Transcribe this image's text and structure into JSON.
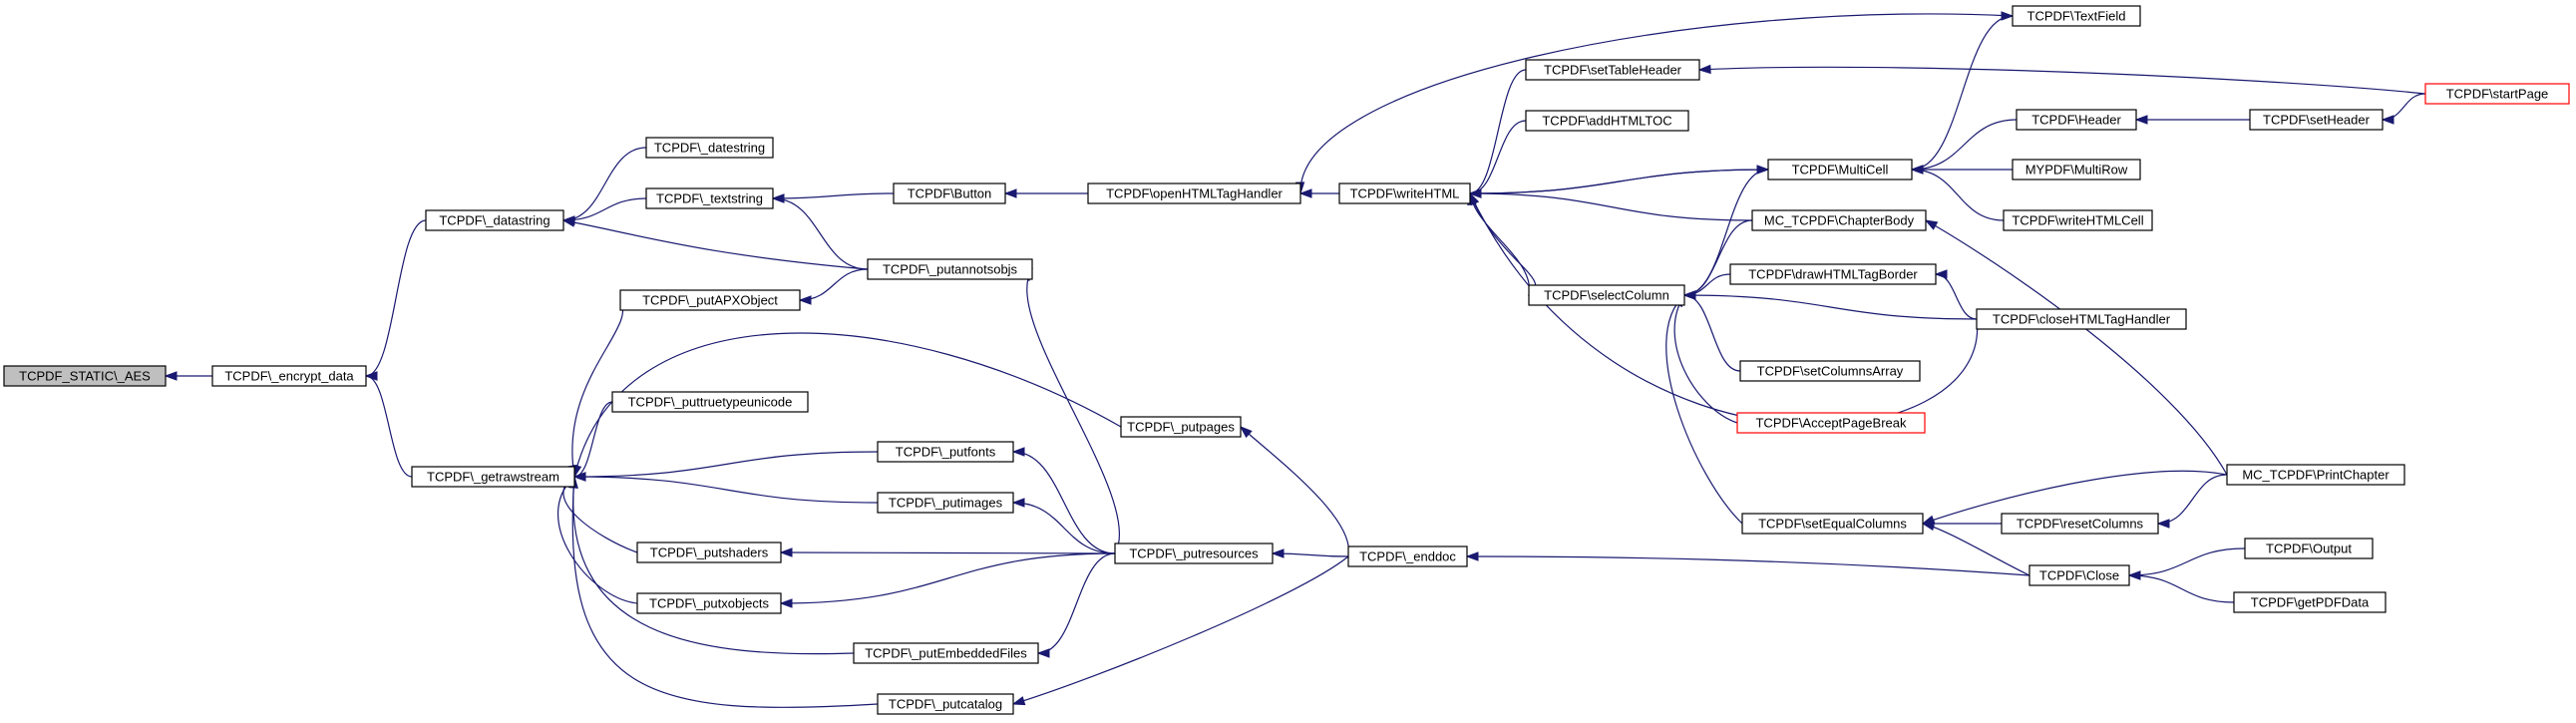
{
  "diagram": {
    "nodes": [
      {
        "id": "aes",
        "label": "TCPDF_STATIC\\_AES",
        "style": "root"
      },
      {
        "id": "encrypt_data",
        "label": "TCPDF\\_encrypt_data"
      },
      {
        "id": "datastring",
        "label": "TCPDF\\_datastring"
      },
      {
        "id": "getrawstream",
        "label": "TCPDF\\_getrawstream"
      },
      {
        "id": "datestring",
        "label": "TCPDF\\_datestring"
      },
      {
        "id": "textstring",
        "label": "TCPDF\\_textstring"
      },
      {
        "id": "putAPXObject",
        "label": "TCPDF\\_putAPXObject"
      },
      {
        "id": "puttruetypeunicode",
        "label": "TCPDF\\_puttruetypeunicode"
      },
      {
        "id": "putfonts",
        "label": "TCPDF\\_putfonts"
      },
      {
        "id": "putimages",
        "label": "TCPDF\\_putimages"
      },
      {
        "id": "putshaders",
        "label": "TCPDF\\_putshaders"
      },
      {
        "id": "putxobjects",
        "label": "TCPDF\\_putxobjects"
      },
      {
        "id": "putEmbeddedFiles",
        "label": "TCPDF\\_putEmbeddedFiles"
      },
      {
        "id": "putcatalog",
        "label": "TCPDF\\_putcatalog"
      },
      {
        "id": "button",
        "label": "TCPDF\\Button"
      },
      {
        "id": "putannotsobjs",
        "label": "TCPDF\\_putannotsobjs"
      },
      {
        "id": "putpages",
        "label": "TCPDF\\_putpages"
      },
      {
        "id": "putresources",
        "label": "TCPDF\\_putresources"
      },
      {
        "id": "openHTMLTagHandler",
        "label": "TCPDF\\openHTMLTagHandler"
      },
      {
        "id": "writeHTML",
        "label": "TCPDF\\writeHTML"
      },
      {
        "id": "enddoc",
        "label": "TCPDF\\_enddoc"
      },
      {
        "id": "setTableHeader",
        "label": "TCPDF\\setTableHeader"
      },
      {
        "id": "addHTMLTOC",
        "label": "TCPDF\\addHTMLTOC"
      },
      {
        "id": "selectColumn",
        "label": "TCPDF\\selectColumn"
      },
      {
        "id": "textField",
        "label": "TCPDF\\TextField"
      },
      {
        "id": "multiCell",
        "label": "TCPDF\\MultiCell"
      },
      {
        "id": "chapterBody",
        "label": "MC_TCPDF\\ChapterBody"
      },
      {
        "id": "drawHTMLTagBorder",
        "label": "TCPDF\\drawHTMLTagBorder"
      },
      {
        "id": "setColumnsArray",
        "label": "TCPDF\\setColumnsArray"
      },
      {
        "id": "acceptPageBreak",
        "label": "TCPDF\\AcceptPageBreak",
        "style": "red"
      },
      {
        "id": "setEqualColumns",
        "label": "TCPDF\\setEqualColumns"
      },
      {
        "id": "header",
        "label": "TCPDF\\Header"
      },
      {
        "id": "multiRow",
        "label": "MYPDF\\MultiRow"
      },
      {
        "id": "writeHTMLCell",
        "label": "TCPDF\\writeHTMLCell"
      },
      {
        "id": "closeHTMLTagHandler",
        "label": "TCPDF\\closeHTMLTagHandler"
      },
      {
        "id": "resetColumns",
        "label": "TCPDF\\resetColumns"
      },
      {
        "id": "close",
        "label": "TCPDF\\Close"
      },
      {
        "id": "setHeader",
        "label": "TCPDF\\setHeader"
      },
      {
        "id": "startPage",
        "label": "TCPDF\\startPage",
        "style": "red"
      },
      {
        "id": "printChapter",
        "label": "MC_TCPDF\\PrintChapter"
      },
      {
        "id": "output",
        "label": "TCPDF\\Output"
      },
      {
        "id": "getPDFData",
        "label": "TCPDF\\getPDFData"
      }
    ],
    "edges": [
      [
        "encrypt_data",
        "aes"
      ],
      [
        "datastring",
        "encrypt_data"
      ],
      [
        "getrawstream",
        "encrypt_data"
      ],
      [
        "datestring",
        "datastring"
      ],
      [
        "textstring",
        "datastring"
      ],
      [
        "putannotsobjs",
        "datastring"
      ],
      [
        "button",
        "textstring"
      ],
      [
        "putannotsobjs",
        "textstring"
      ],
      [
        "putAPXObject",
        "getrawstream"
      ],
      [
        "putpages",
        "getrawstream"
      ],
      [
        "puttruetypeunicode",
        "getrawstream"
      ],
      [
        "putfonts",
        "getrawstream"
      ],
      [
        "putimages",
        "getrawstream"
      ],
      [
        "putshaders",
        "getrawstream"
      ],
      [
        "putxobjects",
        "getrawstream"
      ],
      [
        "putEmbeddedFiles",
        "getrawstream"
      ],
      [
        "putcatalog",
        "getrawstream"
      ],
      [
        "putannotsobjs",
        "putAPXObject"
      ],
      [
        "openHTMLTagHandler",
        "button"
      ],
      [
        "putresources",
        "putannotsobjs"
      ],
      [
        "putresources",
        "putfonts"
      ],
      [
        "putresources",
        "putimages"
      ],
      [
        "putresources",
        "putshaders"
      ],
      [
        "putresources",
        "putxobjects"
      ],
      [
        "putresources",
        "putEmbeddedFiles"
      ],
      [
        "enddoc",
        "putpages"
      ],
      [
        "enddoc",
        "putresources"
      ],
      [
        "enddoc",
        "putcatalog"
      ],
      [
        "writeHTML",
        "openHTMLTagHandler"
      ],
      [
        "textField",
        "openHTMLTagHandler"
      ],
      [
        "setTableHeader",
        "writeHTML"
      ],
      [
        "addHTMLTOC",
        "writeHTML"
      ],
      [
        "multiCell",
        "writeHTML"
      ],
      [
        "chapterBody",
        "writeHTML"
      ],
      [
        "selectColumn",
        "writeHTML"
      ],
      [
        "closeHTMLTagHandler",
        "writeHTML"
      ],
      [
        "close",
        "enddoc"
      ],
      [
        "writeHTML",
        "selectColumn"
      ],
      [
        "multiCell",
        "selectColumn"
      ],
      [
        "chapterBody",
        "selectColumn"
      ],
      [
        "drawHTMLTagBorder",
        "selectColumn"
      ],
      [
        "setColumnsArray",
        "selectColumn"
      ],
      [
        "acceptPageBreak",
        "selectColumn"
      ],
      [
        "setEqualColumns",
        "selectColumn"
      ],
      [
        "closeHTMLTagHandler",
        "selectColumn"
      ],
      [
        "startPage",
        "setTableHeader"
      ],
      [
        "multiCell",
        "textField"
      ],
      [
        "writeHTML",
        "multiCell"
      ],
      [
        "header",
        "multiCell"
      ],
      [
        "multiRow",
        "multiCell"
      ],
      [
        "writeHTMLCell",
        "multiCell"
      ],
      [
        "printChapter",
        "chapterBody"
      ],
      [
        "closeHTMLTagHandler",
        "drawHTMLTagBorder"
      ],
      [
        "resetColumns",
        "setEqualColumns"
      ],
      [
        "close",
        "setEqualColumns"
      ],
      [
        "printChapter",
        "setEqualColumns"
      ],
      [
        "setHeader",
        "header"
      ],
      [
        "printChapter",
        "resetColumns"
      ],
      [
        "output",
        "close"
      ],
      [
        "getPDFData",
        "close"
      ],
      [
        "startPage",
        "setHeader"
      ]
    ]
  }
}
